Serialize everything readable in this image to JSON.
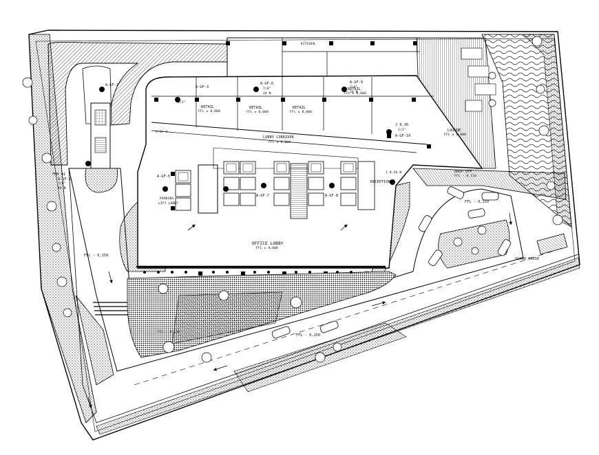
{
  "labels": {
    "kitchen": "KITCHEN",
    "a_gf_2": "A-GF-2",
    "a_gf_3": "A-GF-3",
    "a_gf_6": "A-GF-6",
    "a_gf_9": "A-GF-9",
    "dim_half_1": "1/2\"",
    "dim_78_1": "7/8\"",
    "dim_78_2": "7/8\"",
    "dim_26n_1": "26 N",
    "dim_26n_2": "26 N",
    "retail_1": "RETAIL",
    "retail_2": "RETAIL",
    "retail_3": "RETAIL",
    "retail_4": "RETAIL",
    "ffl_1": "FFL ± 0,000",
    "ffl_2": "FFL ± 0,000",
    "ffl_3": "FFL ± 0,000",
    "ffl_4": "FFL ± 0,000",
    "lobby_corridor": "LOBBY CORRIDOR",
    "lobby_ffl": "FFL ± 0,000",
    "a_gf_10": "A-GF-10",
    "dim_036": "J 0,36",
    "dim_half_2": "1/2\"",
    "lounge": "LOUNGE",
    "lounge_ffl": "FFL ± 0,000",
    "drop_off": "DROP OFF",
    "drop_off_ffl": "FFL - 0,150",
    "a_gf_1": "A-GF-1",
    "fmh": "FMH 01",
    "dim_78_3": "7/8\"",
    "dim_26n_3": "26 N",
    "a_gf_5": "A-GF-5",
    "parking_lift": "PARKING",
    "lift_lobby": "LIFT LOBBY",
    "a_gf_7": "A-GF-7",
    "a_gf_8": "A-GF-8",
    "reception": "RECEPTION",
    "dim_056": "J 0,56 N",
    "office_lobby": "OFFICE LOBBY",
    "office_ffl": "FFL ± 0,000",
    "ffl_road_1": "FFL - 0,150",
    "ffl_road_2": "FFL - 0,150",
    "ffl_road_3": "FFL - 0,150",
    "ffl_dropoff": "FFL - 0,150",
    "guard_house": "GUARD HOUSE",
    "a_gf_4": "A-GF-4"
  }
}
